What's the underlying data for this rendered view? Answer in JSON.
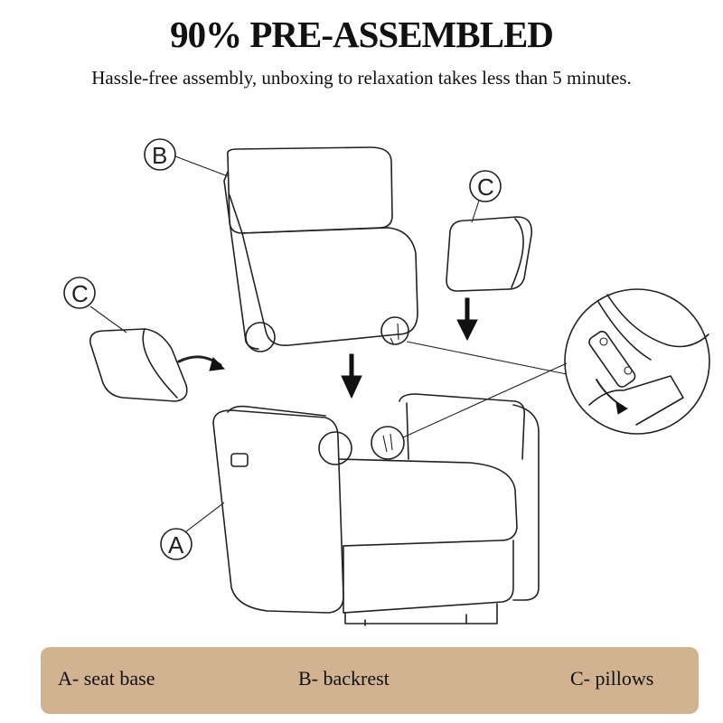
{
  "header": {
    "title": "90% PRE-ASSEMBLED",
    "subtitle": "Hassle-free assembly, unboxing to relaxation takes less than 5 minutes."
  },
  "diagram": {
    "label_a": "A",
    "label_b": "B",
    "label_c_top": "C",
    "label_c_left": "C"
  },
  "legend": {
    "item_a": "A- seat base",
    "item_b": "B- backrest",
    "item_c": "C- pillows"
  },
  "colors": {
    "legend_background": "#d2b391"
  }
}
